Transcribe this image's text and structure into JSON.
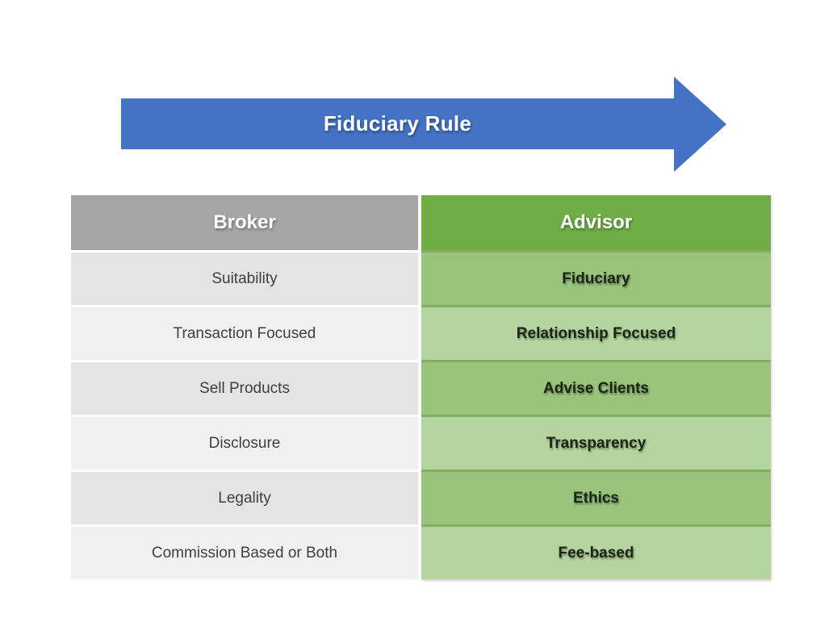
{
  "banner": {
    "label": "Fiduciary Rule"
  },
  "comparison_table": {
    "headers": [
      {
        "label": "Broker"
      },
      {
        "label": "Advisor"
      }
    ],
    "rows": [
      {
        "broker": "Suitability",
        "advisor": "Fiduciary"
      },
      {
        "broker": "Transaction Focused",
        "advisor": "Relationship Focused"
      },
      {
        "broker": "Sell Products",
        "advisor": "Advise Clients"
      },
      {
        "broker": "Disclosure",
        "advisor": "Transparency"
      },
      {
        "broker": "Legality",
        "advisor": "Ethics"
      },
      {
        "broker": "Commission Based or Both",
        "advisor": "Fee-based"
      }
    ]
  },
  "colors": {
    "arrow_blue": "#4472C4",
    "broker_header_bg": "#A6A6A6",
    "advisor_header_bg": "#70AD47",
    "broker_row_odd": "#E4E4E4",
    "broker_row_even": "#F1F1F1",
    "advisor_row_odd": "#9AC47C",
    "advisor_row_even": "#B5D5A0",
    "header_text": "#FFFFFF",
    "broker_text": "#3F3F3F",
    "advisor_text": "#1A2612"
  }
}
